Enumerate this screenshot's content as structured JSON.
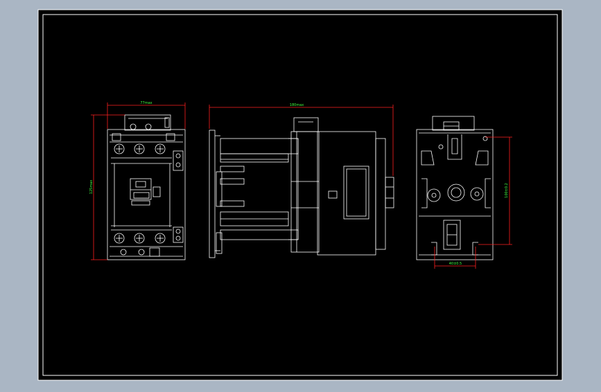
{
  "colors": {
    "background": "#aab6c4",
    "canvas": "#000000",
    "linework": "#ffffff",
    "dimension": "#ff2020",
    "dimension_text": "#40ff40"
  },
  "front_view": {
    "width_dim": "77max",
    "height_dim": "125max"
  },
  "side_view": {
    "depth_dim": "180max"
  },
  "rear_view": {
    "height_dim": "100±0.2",
    "width_dim": "40±0.5"
  }
}
